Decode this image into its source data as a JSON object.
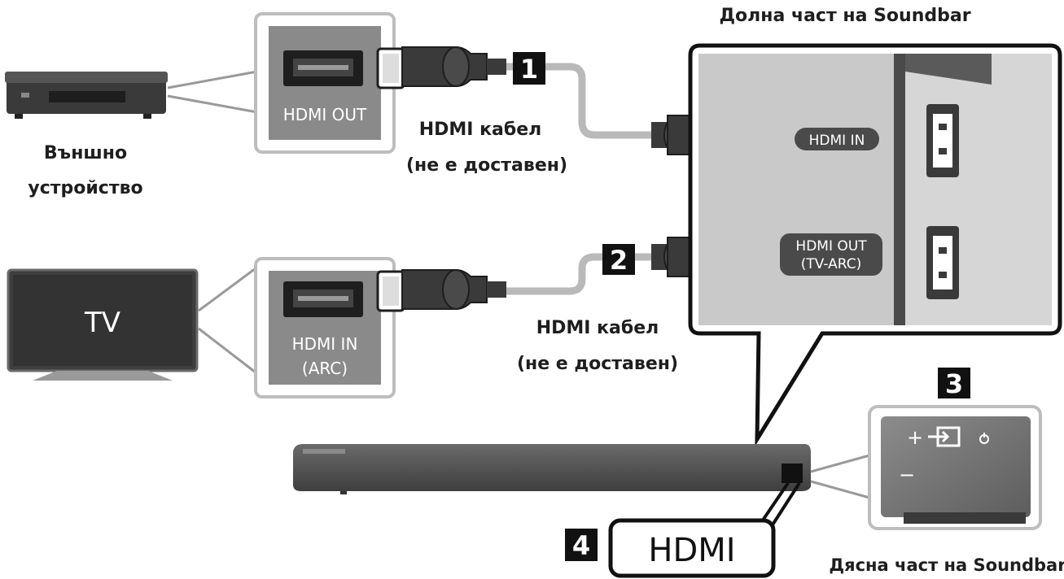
{
  "labels": {
    "bottom_title": "Долна част на Soundbar",
    "external_device_line1": "Външно",
    "external_device_line2": "устройство",
    "cable1_line1": "HDMI кабел",
    "cable1_line2": "(не е доставен)",
    "cable2_line1": "HDMI кабел",
    "cable2_line2": "(не е доставен)",
    "right_side_title": "Дясна част на Soundbar"
  },
  "ports": {
    "ext_hdmi_out": "HDMI OUT",
    "tv_hdmi_in_line1": "HDMI IN",
    "tv_hdmi_in_line2": "(ARC)",
    "sb_hdmi_in": "HDMI IN",
    "sb_hdmi_out_line1": "HDMI OUT",
    "sb_hdmi_out_line2": "(TV-ARC)"
  },
  "tv": {
    "screen_text": "TV"
  },
  "steps": [
    "1",
    "2",
    "3",
    "4"
  ],
  "hdmi_callout": "HDMI",
  "side_panel": {
    "plus": "+",
    "minus": "−"
  },
  "colors": {
    "port_panel": "#8a8a8a",
    "soundbar_panel": "#c9c9c9",
    "soundbar_dark": "#4a4a4a",
    "badge": "#111111"
  }
}
